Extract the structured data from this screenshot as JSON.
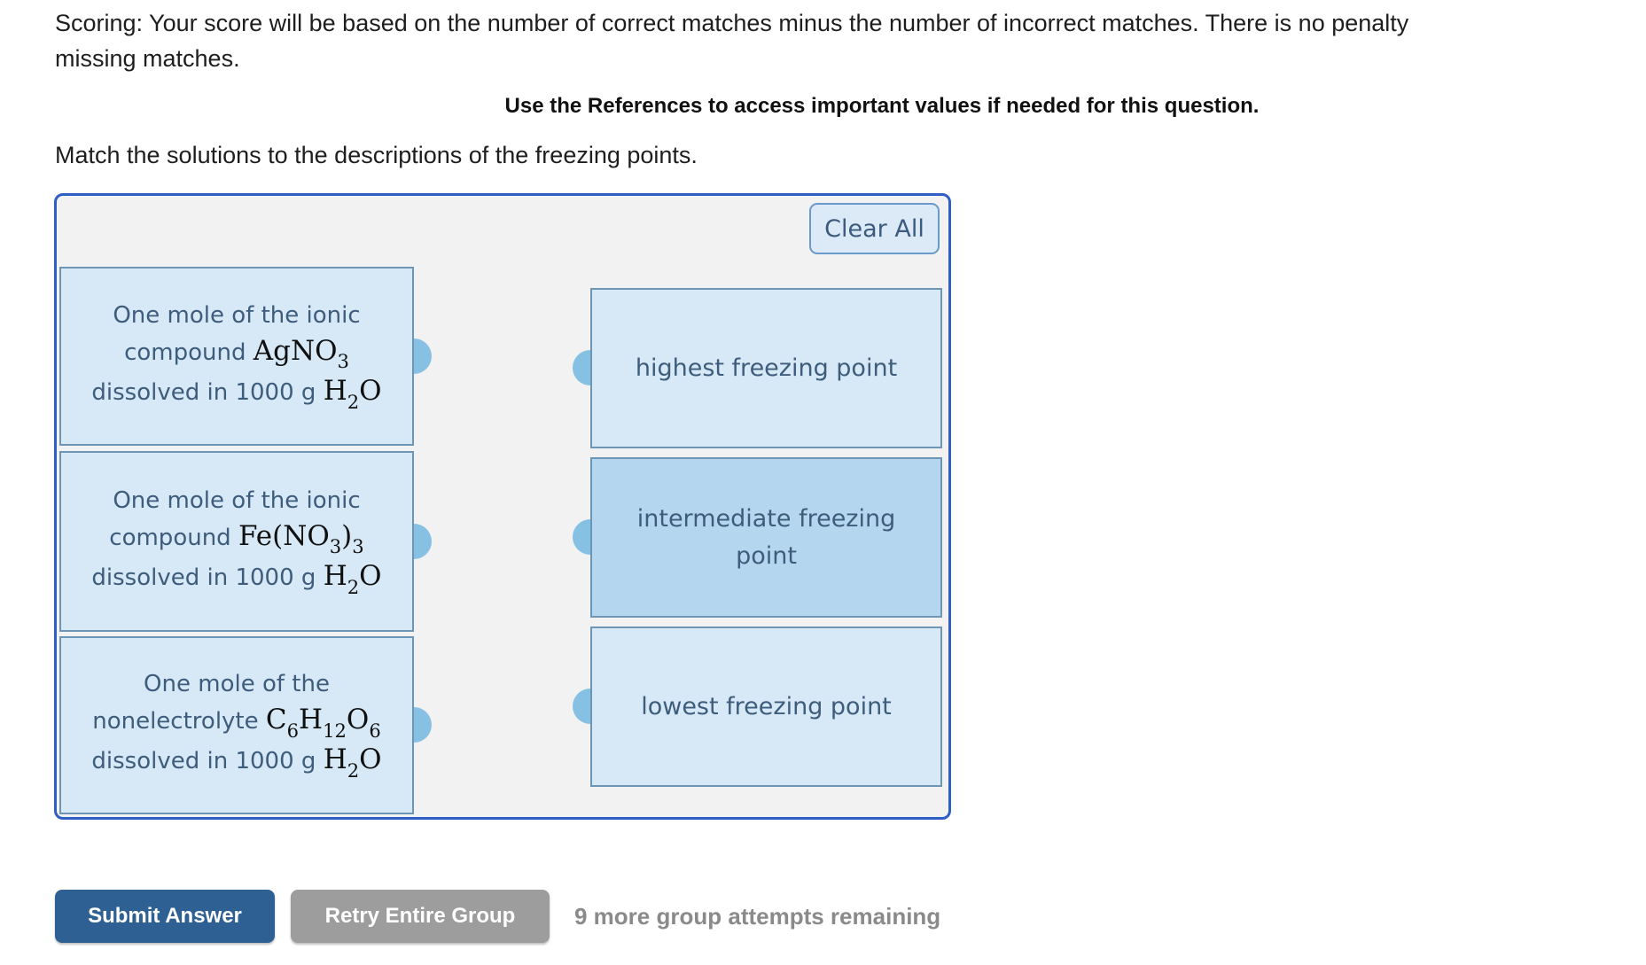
{
  "page": {
    "scoring_line1": "Scoring: Your score will be based on the number of correct matches minus the number of incorrect matches. There is no penalty",
    "scoring_line2": "missing matches.",
    "references_note": "Use the References to access important values if needed for this question.",
    "prompt": "Match the solutions to the descriptions of the freezing points."
  },
  "matching": {
    "clear_all_label": "Clear All",
    "left_items": [
      {
        "parts": [
          {
            "type": "text",
            "value": "One mole of the ionic compound "
          },
          {
            "type": "formula",
            "value": "AgNO_3"
          },
          {
            "type": "text",
            "value": " dissolved in 1000 g "
          },
          {
            "type": "formula",
            "value": "H_2O"
          }
        ]
      },
      {
        "parts": [
          {
            "type": "text",
            "value": "One mole of the ionic compound "
          },
          {
            "type": "formula",
            "value": "Fe(NO_3)_3"
          },
          {
            "type": "text",
            "value": " dissolved in 1000 g "
          },
          {
            "type": "formula",
            "value": "H_2O"
          }
        ]
      },
      {
        "parts": [
          {
            "type": "text",
            "value": "One mole of the nonelectrolyte "
          },
          {
            "type": "formula",
            "value": "C_6H_12O_6"
          },
          {
            "type": "text",
            "value": " dissolved in 1000 g "
          },
          {
            "type": "formula",
            "value": "H_2O"
          }
        ]
      }
    ],
    "right_items": [
      {
        "label": "highest freezing point",
        "highlighted": false
      },
      {
        "label": "intermediate freezing point",
        "highlighted": true
      },
      {
        "label": "lowest freezing point",
        "highlighted": false
      }
    ]
  },
  "footer": {
    "submit_label": "Submit Answer",
    "retry_label": "Retry Entire Group",
    "attempts_text": "9 more group attempts remaining"
  },
  "colors": {
    "board_border": "#2f5fc4",
    "board_background": "#f2f2f2",
    "box_background": "#d7e9f6",
    "box_highlight_background": "#b4d7ef",
    "box_border": "#6d95b5",
    "box_text": "#3e5c7c",
    "connector_dot": "#86c0e3",
    "submit_button": "#2e6093",
    "retry_button": "#9d9d9d",
    "attempts_text": "#8a8a8a"
  }
}
